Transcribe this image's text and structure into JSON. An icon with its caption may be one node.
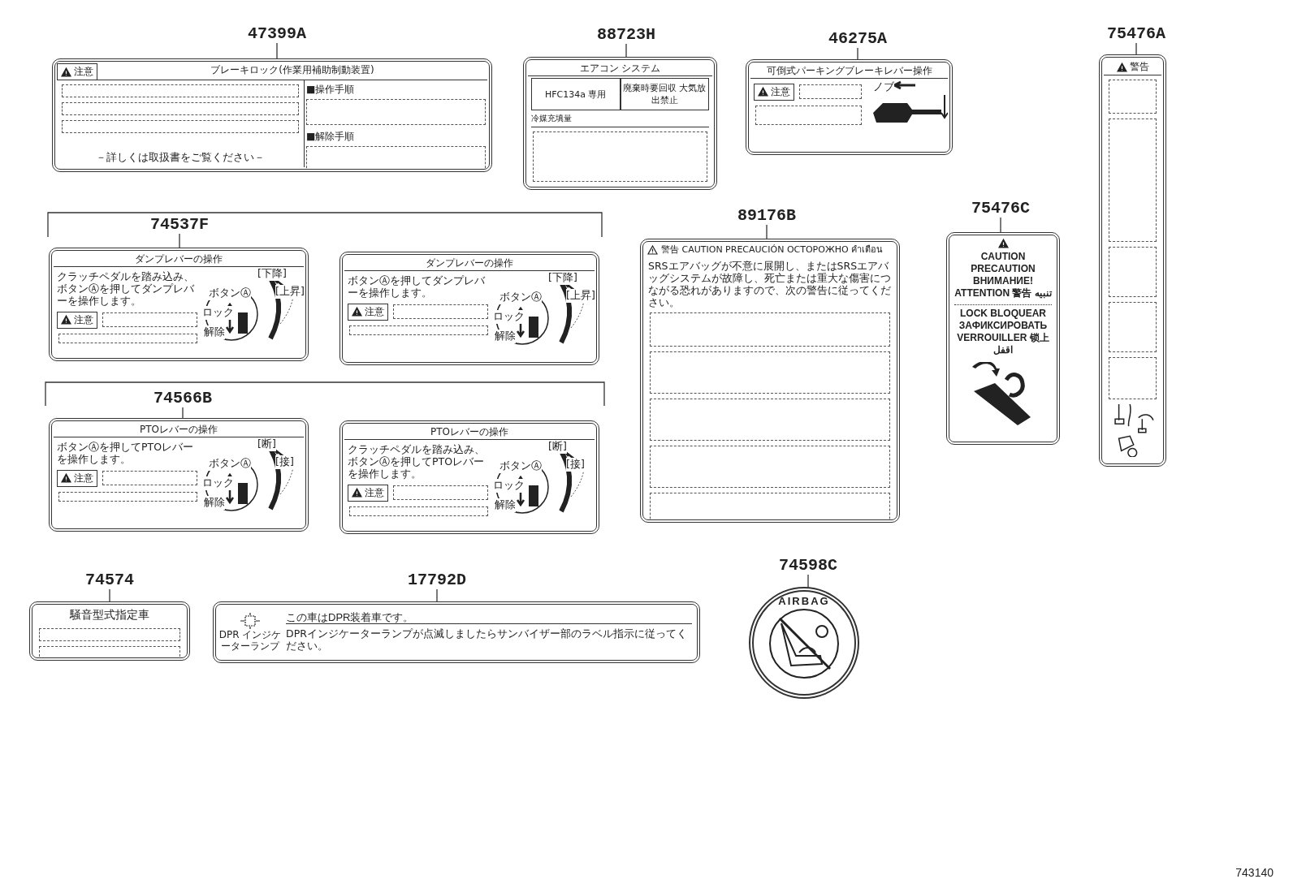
{
  "diagram": {
    "nodes": [
      {
        "text": [
          "47399A"
        ]
      },
      {
        "text": [
          "注意",
          "ブレーキロック(作業用補助制動装置)",
          "■操作手順",
          "■解除手順",
          "－詳しくは取扱書をご覧ください－"
        ]
      },
      {
        "text": [
          "88723H"
        ]
      },
      {
        "text": [
          "エアコン システム",
          "HFC134a 専用",
          "廃棄時要回収 大気放出禁止",
          "冷媒充填量"
        ]
      },
      {
        "text": [
          "46275A"
        ]
      },
      {
        "text": [
          "可倒式パーキングブレーキレバー操作",
          "ノブ",
          "注意"
        ]
      },
      {
        "text": [
          "75476A"
        ]
      },
      {
        "text": [
          "警告"
        ]
      },
      {
        "text": [
          "74537F"
        ]
      },
      {
        "text": [
          "ダンプレバーの操作",
          "クラッチペダルを踏み込み、ボタンⒶを押してダンプレバーを操作します。",
          "注意",
          "ボタンⒶ",
          "ロック",
          "解除",
          "[下降]",
          "[上昇]"
        ]
      },
      {
        "text": [
          "ダンプレバーの操作",
          "ボタンⒶを押してダンプレバーを操作します。",
          "注意",
          "ボタンⒶ",
          "ロック",
          "解除",
          "[下降]",
          "[上昇]"
        ]
      },
      {
        "text": [
          "89176B"
        ]
      },
      {
        "text": [
          "警告 CAUTION PRECAUCIÓN ОСТОРОЖНО คำเตือน",
          "SRSエアバッグが不意に展開し、またはSRSエアバッグシステムが故障し、死亡または重大な傷害につながる恐れがありますので、次の警告に従ってください。"
        ]
      },
      {
        "text": [
          "75476C"
        ]
      },
      {
        "text": [
          "CAUTION PRECAUTION ВНИМАНИЕ! ATTENTION 警告 تنبيه",
          "LOCK BLOQUEAR ЗАФИКСИРОВАТЬ VERROUILLER 锁上 اقفل"
        ]
      },
      {
        "text": [
          "74566B"
        ]
      },
      {
        "text": [
          "PTOレバーの操作",
          "ボタンⒶを押してPTOレバーを操作します。",
          "注意",
          "ボタンⒶ",
          "ロック",
          "解除",
          "[断]",
          "[接]"
        ]
      },
      {
        "text": [
          "PTOレバーの操作",
          "クラッチペダルを踏み込み、ボタンⒶを押してPTOレバーを操作します。",
          "注意",
          "ボタンⒶ",
          "ロック",
          "解除",
          "[断]",
          "[接]"
        ]
      },
      {
        "text": [
          "74574"
        ]
      },
      {
        "text": [
          "騒音型式指定車"
        ]
      },
      {
        "text": [
          "17792D"
        ]
      },
      {
        "text": [
          "DPR インジケーターランプ",
          "この車はDPR装着車です。",
          "DPRインジケーターランプが点滅しましたらサンバイザー部のラベル指示に従ってください。"
        ]
      },
      {
        "text": [
          "74598C"
        ]
      },
      {
        "text": [
          "AIRBAG"
        ]
      }
    ],
    "edges": [
      {
        "from": 0,
        "to": 1,
        "arrow": "none"
      },
      {
        "from": 2,
        "to": 3,
        "arrow": "none"
      },
      {
        "from": 4,
        "to": 5,
        "arrow": "none"
      },
      {
        "from": 6,
        "to": 7,
        "arrow": "none"
      },
      {
        "from": 8,
        "to": 9,
        "arrow": "none"
      },
      {
        "from": 11,
        "to": 12,
        "arrow": "none"
      },
      {
        "from": 13,
        "to": 14,
        "arrow": "none"
      },
      {
        "from": 15,
        "to": 16,
        "arrow": "none"
      },
      {
        "from": 18,
        "to": 19,
        "arrow": "none"
      },
      {
        "from": 20,
        "to": 21,
        "arrow": "none"
      },
      {
        "from": 22,
        "to": 23,
        "arrow": "none"
      }
    ],
    "labels": [
      "743140"
    ]
  }
}
